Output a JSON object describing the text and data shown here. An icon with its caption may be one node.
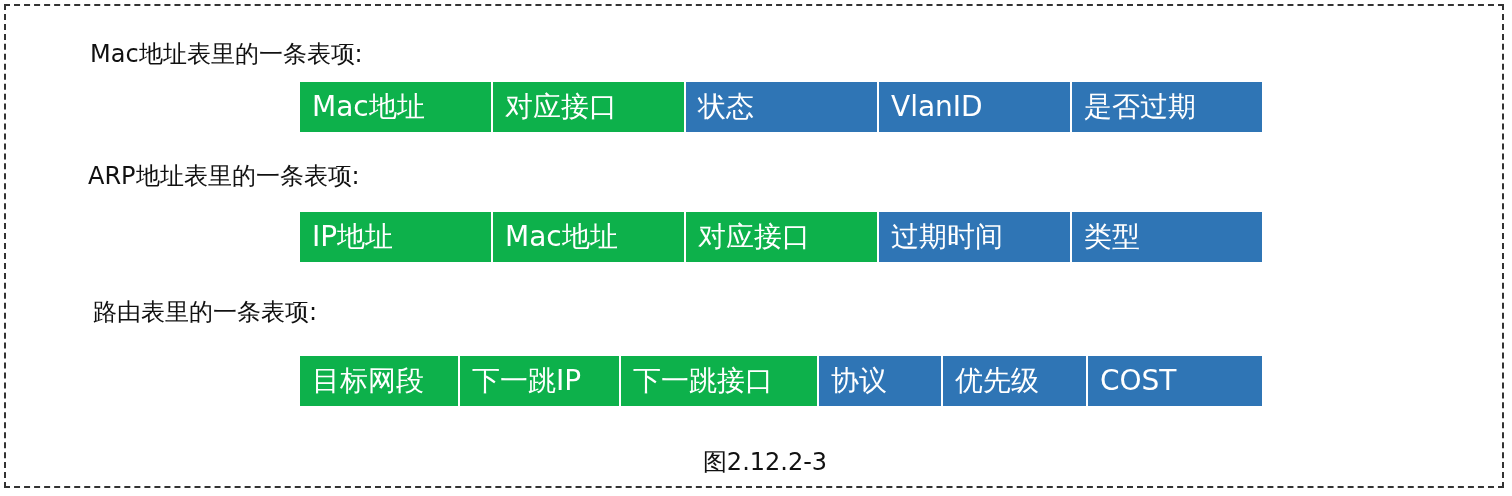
{
  "diagram": {
    "caption": "图2.12.2-3",
    "nodes": [
      {
        "text": [
          "Mac地址"
        ]
      },
      {
        "text": [
          "对应接口"
        ]
      },
      {
        "text": [
          "状态"
        ]
      },
      {
        "text": [
          "VlanID"
        ]
      },
      {
        "text": [
          "是否过期"
        ]
      },
      {
        "text": [
          "IP地址"
        ]
      },
      {
        "text": [
          "Mac地址"
        ]
      },
      {
        "text": [
          "对应接口"
        ]
      },
      {
        "text": [
          "过期时间"
        ]
      },
      {
        "text": [
          "类型"
        ]
      },
      {
        "text": [
          "目标网段"
        ]
      },
      {
        "text": [
          "下一跳IP"
        ]
      },
      {
        "text": [
          "下一跳接口"
        ]
      },
      {
        "text": [
          "协议"
        ]
      },
      {
        "text": [
          "优先级"
        ]
      },
      {
        "text": [
          "COST"
        ]
      }
    ],
    "labels": [
      "Mac地址表里的一条表项:",
      "ARP地址表里的一条表项:",
      "路由表里的一条表项:"
    ]
  }
}
